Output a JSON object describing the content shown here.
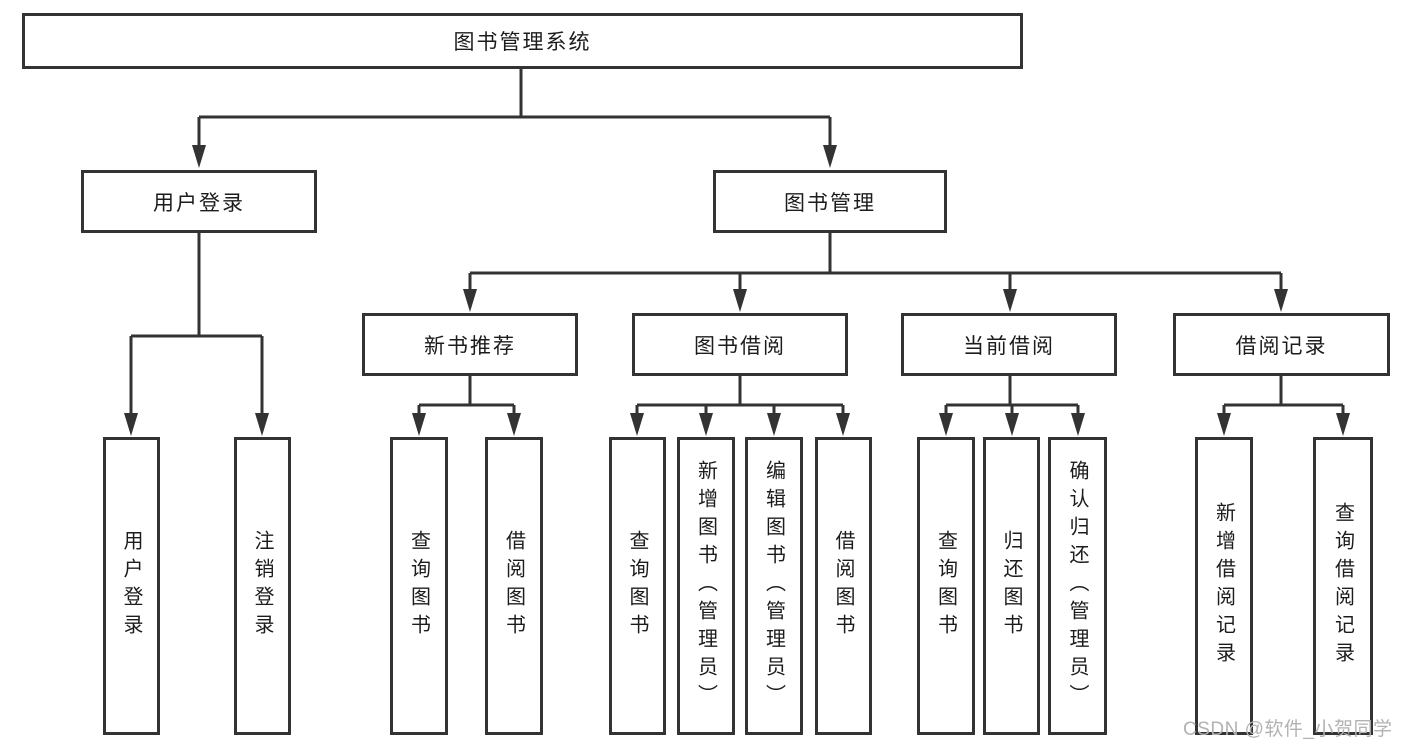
{
  "diagram_type": "tree",
  "colors": {
    "line": "#333333",
    "text": "#1c1c1c",
    "background": "#ffffff",
    "watermark": "#b2b2b2"
  },
  "nodes": {
    "root": "图书管理系统",
    "user_login": "用户登录",
    "book_management": "图书管理",
    "new_book_recommend": "新书推荐",
    "book_borrowing": "图书借阅",
    "current_borrowing": "当前借阅",
    "borrowing_records": "借阅记录"
  },
  "leaves": {
    "user_login": [
      "用户登录",
      "注销登录"
    ],
    "new_book_recommend": [
      "查询图书",
      "借阅图书"
    ],
    "book_borrowing": [
      "查询图书",
      "新增图书（管理员）",
      "编辑图书（管理员）",
      "借阅图书"
    ],
    "current_borrowing": [
      "查询图书",
      "归还图书",
      "确认归还（管理员）"
    ],
    "borrowing_records": [
      "新增借阅记录",
      "查询借阅记录"
    ]
  },
  "watermark": "CSDN @软件_小贺同学"
}
